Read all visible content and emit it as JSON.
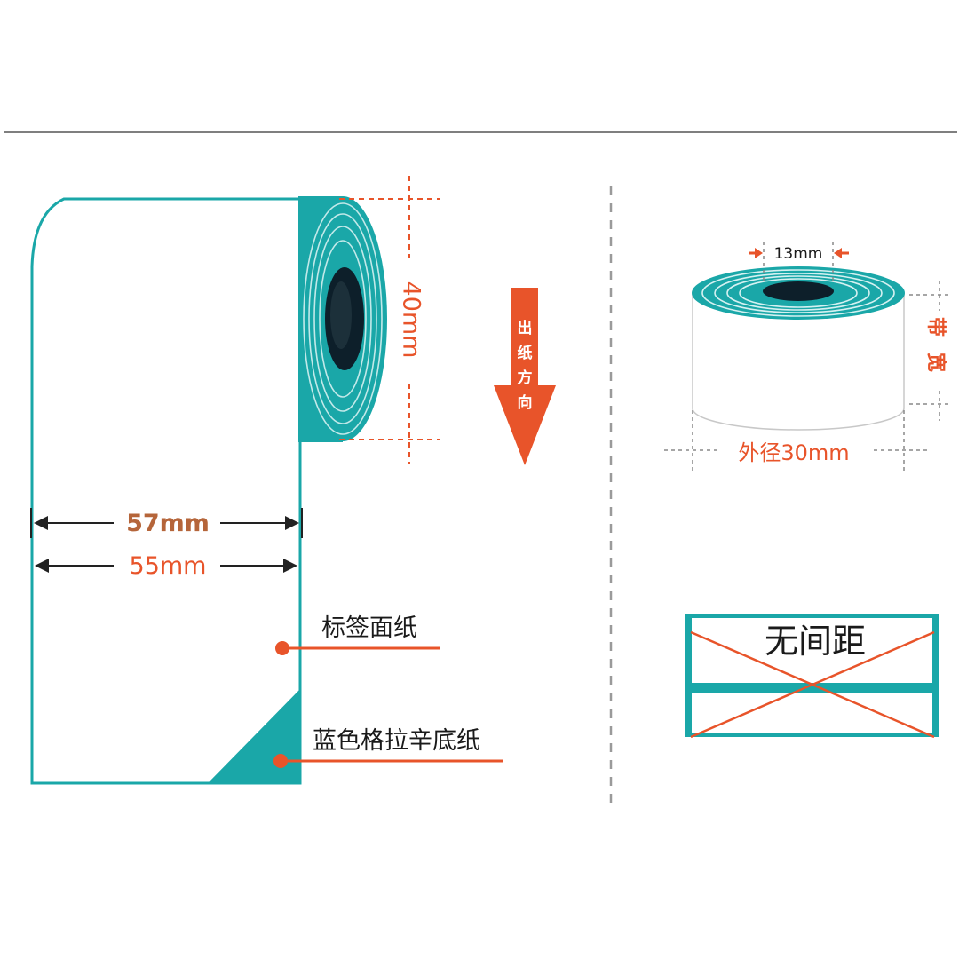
{
  "colors": {
    "teal": "#1aa7a8",
    "orange": "#e8542a",
    "dim_text_brown": "#b5653a",
    "dark": "#1a1a1a",
    "black_arrow": "#222222",
    "core": "#0d1f2a",
    "gray_rule": "#555555",
    "gray_dash": "#9a9a9a"
  },
  "icons": {
    "direction_arrow": "arrow-down-icon",
    "callout_marker": "dot-marker-icon",
    "no_gap_mark": "cross-mark-icon"
  },
  "left_roll": {
    "height_label": "40mm",
    "width_outer_label": "57mm",
    "width_inner_label": "55mm",
    "label_face_callout": "标签面纸",
    "backing_callout": "蓝色格拉辛底纸"
  },
  "direction": {
    "chars": [
      "出",
      "纸",
      "方",
      "向"
    ]
  },
  "right_roll": {
    "core_label": "13mm",
    "width_chars": [
      "带",
      "宽"
    ],
    "outer_diameter_label": "外径30mm"
  },
  "no_gap": {
    "label": "无间距"
  }
}
